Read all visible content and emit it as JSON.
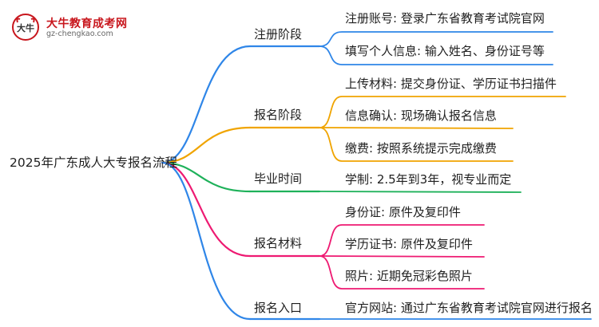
{
  "logo": {
    "title": "大牛教育成考网",
    "url_text": "gz-chengkao.com",
    "mark_text": "大牛",
    "red": "#c8161d"
  },
  "root": {
    "label": "2025年广东成人大专报名流程"
  },
  "branches": [
    {
      "label": "注册阶段",
      "color": "#2f86e8",
      "leaves": [
        "注册账号: 登录广东省教育考试院官网",
        "填写个人信息: 输入姓名、身份证号等"
      ]
    },
    {
      "label": "报名阶段",
      "color": "#f0a400",
      "leaves": [
        "上传材料: 提交身份证、学历证书扫描件",
        "信息确认: 现场确认报名信息",
        "缴费: 按照系统提示完成缴费"
      ]
    },
    {
      "label": "毕业时间",
      "color": "#1eb15a",
      "leaves": [
        "学制: 2.5年到3年，视专业而定"
      ]
    },
    {
      "label": "报名材料",
      "color": "#ee1a72",
      "leaves": [
        "身份证: 原件及复印件",
        "学历证书: 原件及复印件",
        "照片: 近期免冠彩色照片"
      ]
    },
    {
      "label": "报名入口",
      "color": "#2f86e8",
      "leaves": [
        "官方网站: 通过广东省教育考试院官网进行报名"
      ]
    }
  ]
}
